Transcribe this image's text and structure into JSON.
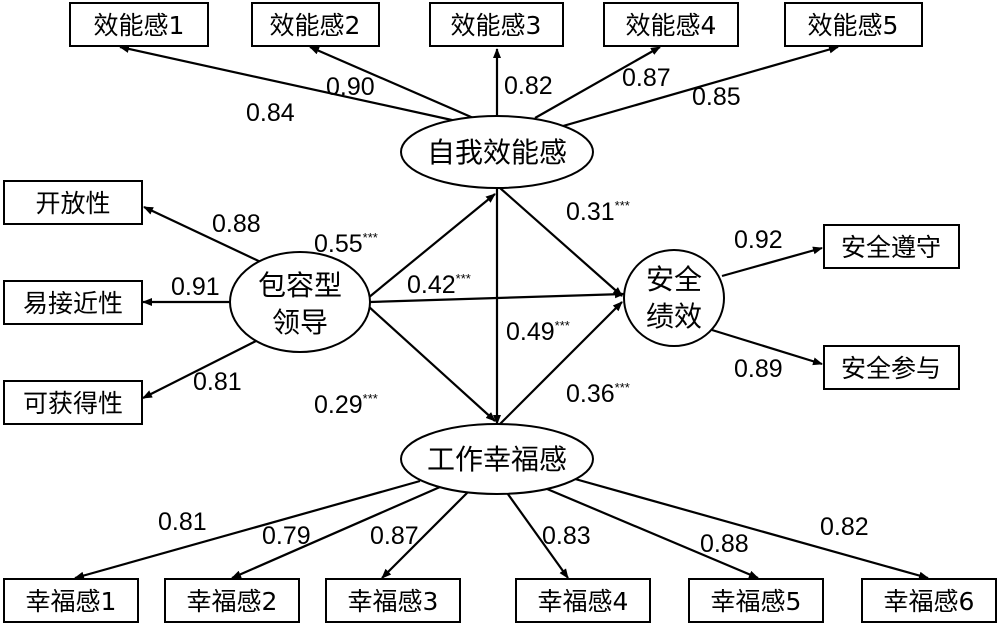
{
  "latent": {
    "efficacy": "自我效能感",
    "leadership_line1": "包容型",
    "leadership_line2": "领导",
    "performance_line1": "安全",
    "performance_line2": "绩效",
    "wellbeing": "工作幸福感"
  },
  "indicators": {
    "efficacy": [
      "效能感1",
      "效能感2",
      "效能感3",
      "效能感4",
      "效能感5"
    ],
    "leadership": [
      "开放性",
      "易接近性",
      "可获得性"
    ],
    "performance": [
      "安全遵守",
      "安全参与"
    ],
    "wellbeing": [
      "幸福感1",
      "幸福感2",
      "幸福感3",
      "幸福感4",
      "幸福感5",
      "幸福感6"
    ]
  },
  "loadings": {
    "efficacy": [
      "0.84",
      "0.90",
      "0.82",
      "0.87",
      "0.85"
    ],
    "leadership": [
      "0.88",
      "0.91",
      "0.81"
    ],
    "performance": [
      "0.92",
      "0.89"
    ],
    "wellbeing": [
      "0.81",
      "0.79",
      "0.87",
      "0.83",
      "0.88",
      "0.82"
    ]
  },
  "paths": {
    "leader_to_efficacy": "0.55",
    "leader_to_performance": "0.42",
    "leader_to_wellbeing": "0.29",
    "efficacy_to_performance": "0.31",
    "efficacy_to_wellbeing": "0.49",
    "wellbeing_to_performance": "0.36",
    "significance": "***"
  }
}
